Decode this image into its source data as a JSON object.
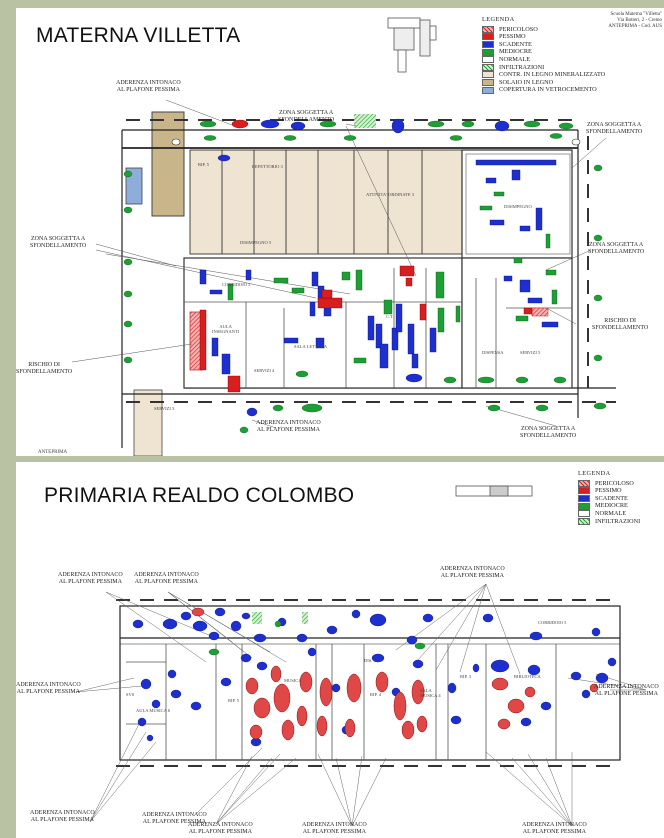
{
  "colors": {
    "pericoloso": "#d96a6a",
    "pessimo": "#d81e1e",
    "scadente": "#1d2fd0",
    "mediocre": "#1e9f35",
    "normale": "#ffffff",
    "infiltrazioni": "#7ac46a",
    "contr_legno": "#efe3d2",
    "solaio_legno": "#c9b58a",
    "vetrocemento": "#8faddb",
    "background": "#b9c3a4"
  },
  "top": {
    "title": "MATERNA VILLETTA",
    "school_info": "Scuola Materna \"Villetta\"\nVia Botteri, 2 - Cremo\nANTEPRIMA - Cod. AUS",
    "legend": {
      "title": "LEGENDA",
      "items": [
        {
          "label": "PERICOLOSO",
          "color": "#d96a6a",
          "pattern": "hatch"
        },
        {
          "label": "PESSIMO",
          "color": "#d81e1e"
        },
        {
          "label": "SCADENTE",
          "color": "#1d2fd0"
        },
        {
          "label": "MEDIOCRE",
          "color": "#1e9f35"
        },
        {
          "label": "NORMALE",
          "color": "#ffffff"
        },
        {
          "label": "INFILTRAZIONI",
          "color": "#7ac46a",
          "pattern": "hatch"
        },
        {
          "label": "CONTR. IN LEGNO MINERALIZZATO",
          "color": "#efe3d2"
        },
        {
          "label": "SOLAIO IN LEGNO",
          "color": "#c9b58a"
        },
        {
          "label": "COPERTURA IN VETROCEMENTO",
          "color": "#8faddb"
        }
      ]
    },
    "annotations": {
      "a1": "ADERENZA INTONACO\nAL PLAFONE PESSIMA",
      "a2": "ZONA SOGGETTA A\nSFONDELLAMENTO",
      "a3": "ZONA SOGGETTA A\nSFONDELLAMENTO",
      "a4": "ZONA SOGGETTA A\nSFONDELLAMENTO",
      "a5": "ZONA SOGGETTA A\nSFONDELLAMENTO",
      "a6": "RISCHIO DI\nSFONDELLAMENTO",
      "a7": "RISCHIO DI\nSFONDELLAMENTO",
      "a8": "ADERENZA INTONACO\nAL PLAFONE PESSIMA",
      "a9": "ZONA SOGGETTA A\nSFONDELLAMENTO"
    },
    "rooms": {
      "r1": "RIP. 5",
      "r2": "REFETTORIO 3",
      "r3": "DISIMPEGNO 5",
      "r4": "ATTIVITA' ORDINATE 3",
      "r5": "DISIMPEGNO",
      "r6": "CORRIDOIO 5",
      "r7": "AULA\nINSEGNANTI",
      "r8": "SALA LETTURA",
      "r9": "SERVIZI 4",
      "r10": "SERVIZI 5",
      "r11": "DISPENSA",
      "r12": "SERVIZI 3",
      "r13": "C.T."
    },
    "footer_left": "ANTEPRIMA"
  },
  "bottom": {
    "title": "PRIMARIA REALDO COLOMBO",
    "legend": {
      "title": "LEGENDA",
      "items": [
        {
          "label": "PERICOLOSO",
          "color": "#d96a6a",
          "pattern": "hatch"
        },
        {
          "label": "PESSIMO",
          "color": "#d81e1e"
        },
        {
          "label": "SCADENTE",
          "color": "#1d2fd0"
        },
        {
          "label": "MEDIOCRE",
          "color": "#1e9f35"
        },
        {
          "label": "NORMALE",
          "color": "#ffffff"
        },
        {
          "label": "INFILTRAZIONI",
          "color": "#7ac46a",
          "pattern": "hatch"
        }
      ]
    },
    "annotations": {
      "b1": "ADERENZA INTONACO\nAL PLAFONE PESSIMA",
      "b2": "ADERENZA INTONACO\nAL PLAFONE PESSIMA",
      "b3": "ADERENZA INTONACO\nAL PLAFONE PESSIMA",
      "b4": "ADERENZA INTONACO\nAL PLAFONE PESSIMA",
      "b5": "ADERENZA INTONACO\nAL PLAFONE PESSIMA",
      "b6": "ADERENZA INTONACO\nAL PLAFONE PESSIMA",
      "b7": "ADERENZA INTONACO\nAL PLAFONE PESSIMA",
      "b8": "ADERENZA INTONACO\nAL PLAFONE PESSIMA",
      "b9": "ADERENZA INTONACO\nAL PLAFONE PESSIMA",
      "b10": "ADERENZA INTONACO\nAL PLAFONE PESSIMA"
    },
    "rooms": {
      "c1": "CORRIDOIO 5",
      "c2": "RIP. 5",
      "c3": "RIP. 4",
      "c4": "DIS. 3",
      "c5": "SALA\nMUSICA 4",
      "c6": "RIP. 3",
      "c7": "BIBLIOTECA",
      "c8": "AULA MUSICA 6",
      "c9": "MUSICA",
      "c10": "SVS"
    }
  }
}
